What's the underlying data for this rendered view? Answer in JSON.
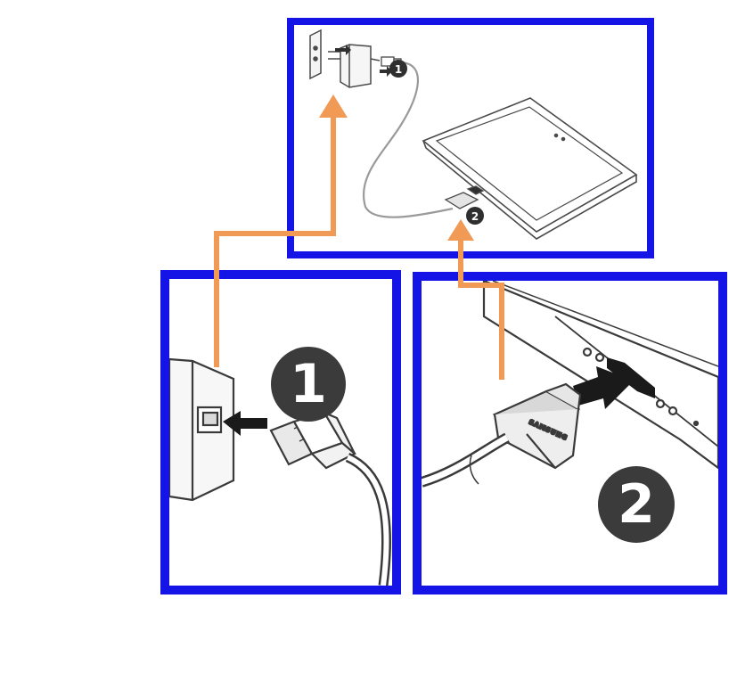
{
  "diagram": {
    "steps": [
      {
        "id": "step-1",
        "number": "1"
      },
      {
        "id": "step-2",
        "number": "2"
      }
    ],
    "connector_brand": "SAMSUNG",
    "colors": {
      "frame_border": "#1414e6",
      "guide_arrow": "#f09a55",
      "line_art": "#4a4a4a",
      "badge": "#3b3b3b"
    },
    "icons": [
      "wall-outlet-icon",
      "charger-adapter-icon",
      "usb-cable-icon",
      "tablet-icon",
      "insert-arrow-icon",
      "dock-connector-icon"
    ]
  }
}
